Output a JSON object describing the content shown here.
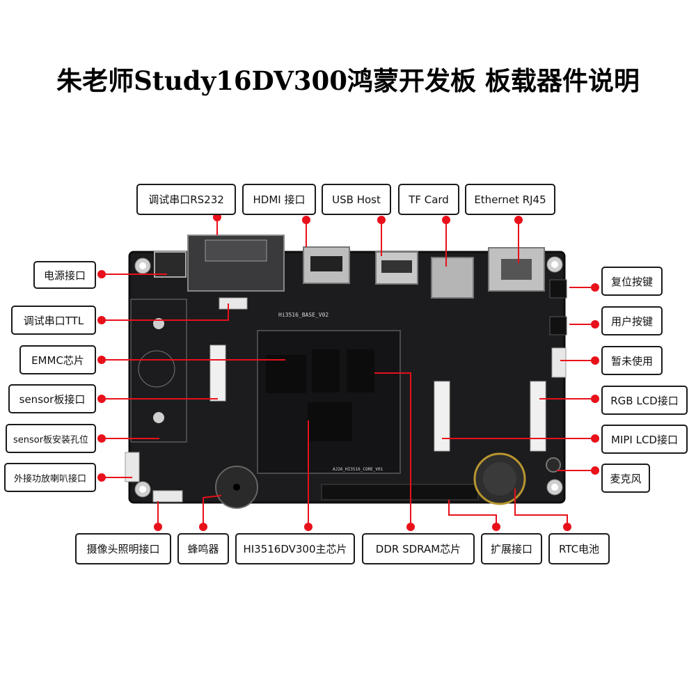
{
  "title": "朱老师Study16DV300鸿蒙开发板  板载器件说明",
  "colors": {
    "leader": "#e8101a",
    "board": "#1c1c1e",
    "board_edge": "#0d0d0e",
    "silk": "#d8d8d8",
    "label_border": "#1a1a1a"
  },
  "board_silkscreen": {
    "base_marking": "Hi3516_BASE_V02",
    "core_marking": "AJ26_HI3516_CORE_V01"
  },
  "labels": {
    "rs232": "调试串口RS232",
    "hdmi": "HDMI 接口",
    "usb_host": "USB Host",
    "tf_card": "TF Card",
    "ethernet": "Ethernet RJ45",
    "power": "电源接口",
    "ttl": "调试串口TTL",
    "emmc": "EMMC芯片",
    "sensor_connector": "sensor板接口",
    "sensor_mount": "sensor板安装孔位",
    "speaker": "外接功放喇叭接口",
    "reset_key": "复位按键",
    "user_key": "用户按键",
    "unused": "暂未使用",
    "rgb_lcd": "RGB LCD接口",
    "mipi_lcd": "MIPI LCD接口",
    "microphone": "麦克风",
    "camera_light": "摄像头照明接口",
    "buzzer": "蜂鸣器",
    "soc": "HI3516DV300主芯片",
    "ddr": "DDR  SDRAM芯片",
    "expansion": "扩展接口",
    "rtc": "RTC电池"
  }
}
